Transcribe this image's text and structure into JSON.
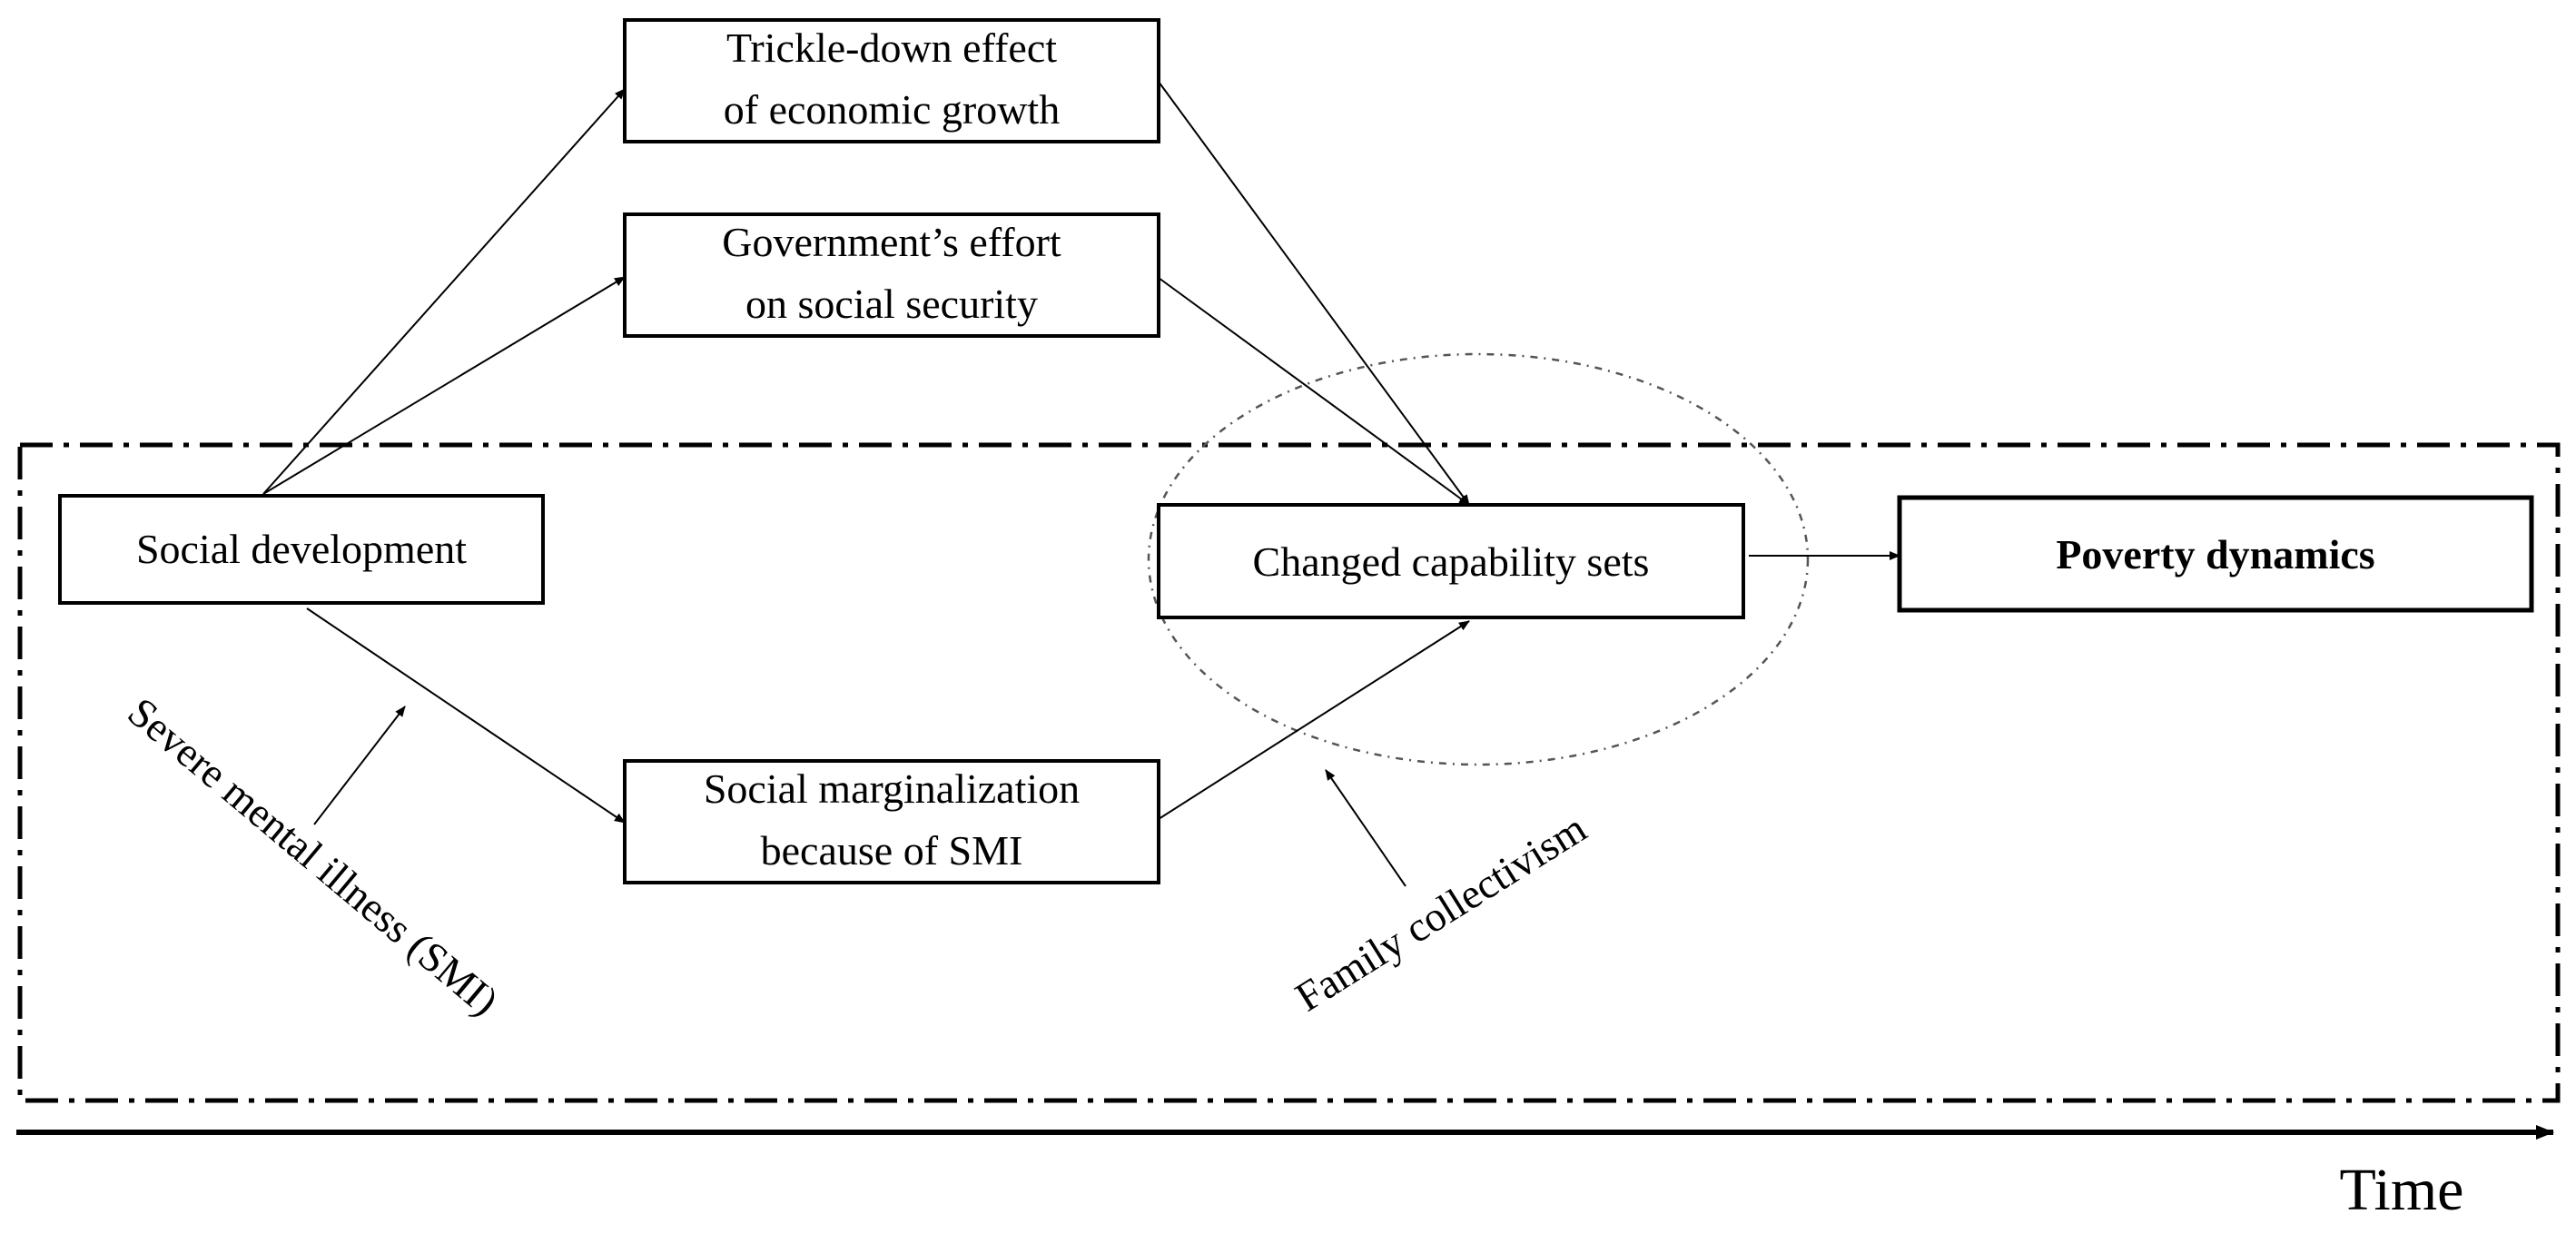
{
  "nodes": {
    "trickle_down": {
      "line1": "Trickle-down effect",
      "line2": "of economic growth"
    },
    "government": {
      "line1": "Government’s effort",
      "line2": "on social security"
    },
    "social_development": {
      "label": "Social development"
    },
    "social_marginalization": {
      "line1": "Social marginalization",
      "line2": "because of SMI"
    },
    "changed_capability": {
      "label": "Changed capability sets"
    },
    "poverty_dynamics": {
      "label": "Poverty dynamics"
    }
  },
  "annotations": {
    "smi": "Severe mental illness (SMI)",
    "family": "Family collectivism"
  },
  "axis": {
    "time_label": "Time"
  },
  "colors": {
    "ink": "#000000",
    "background": "#ffffff",
    "ellipse": "#555555"
  }
}
